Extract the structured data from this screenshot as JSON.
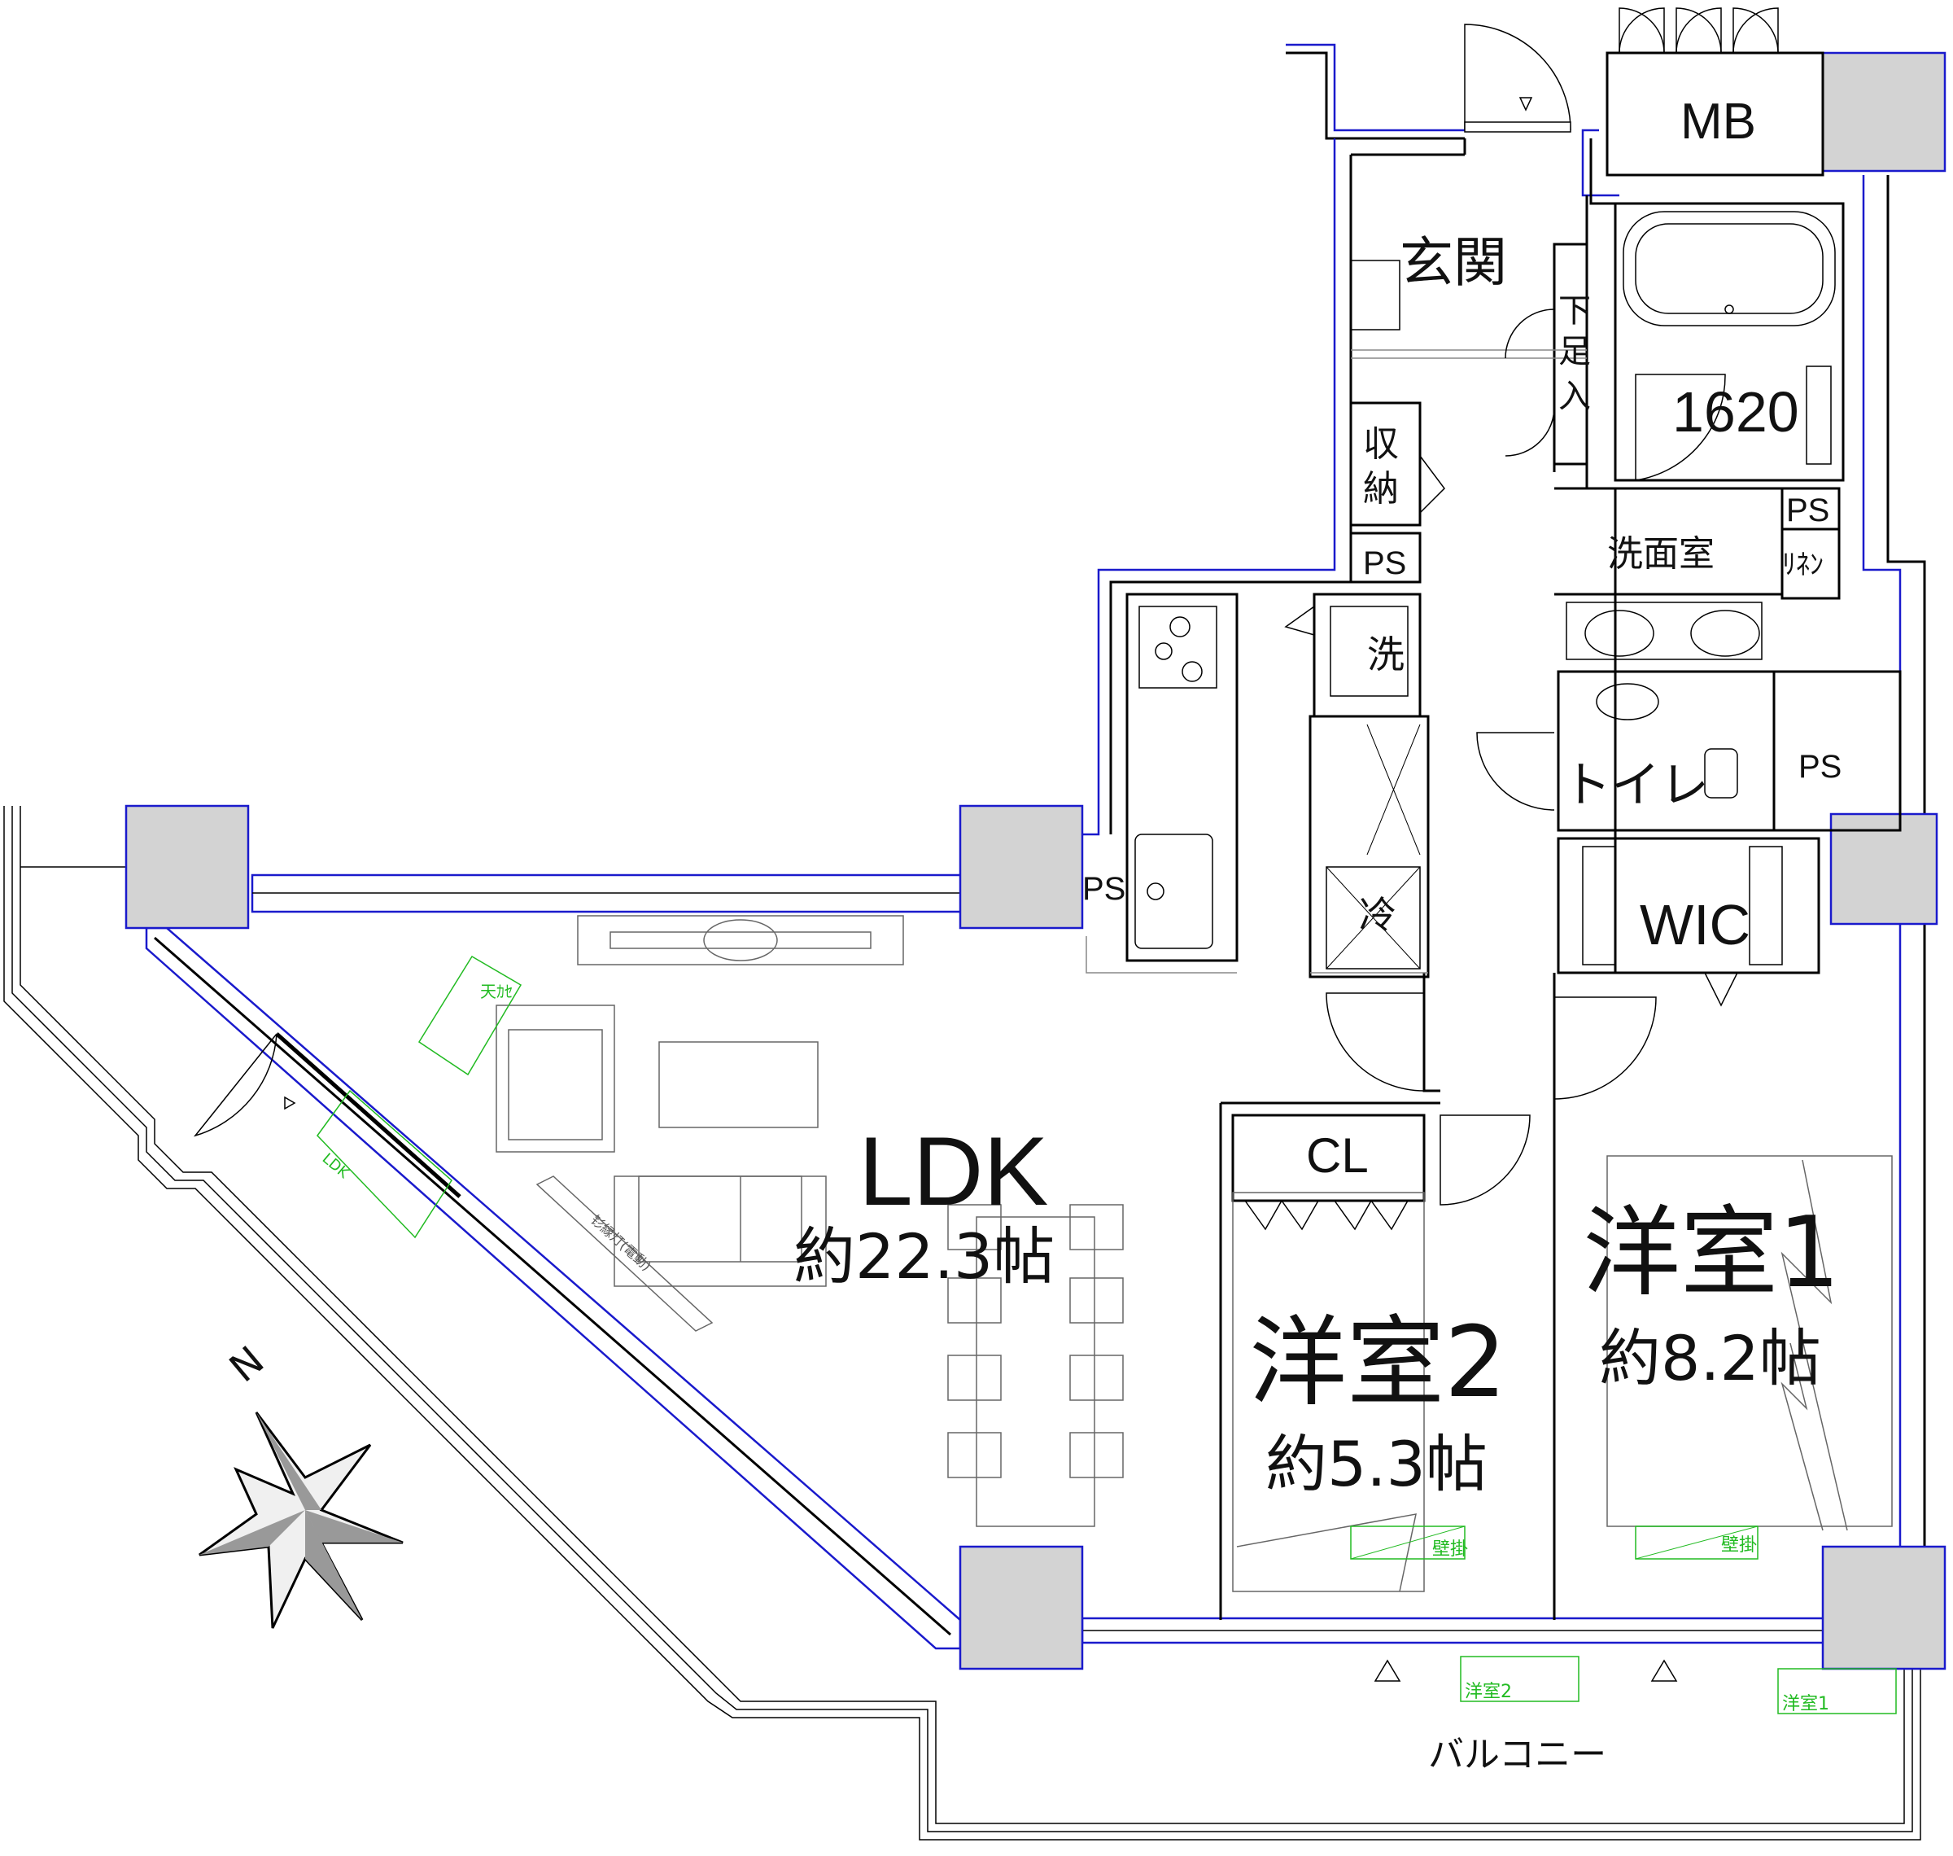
{
  "compass": {
    "label": "N"
  },
  "rooms": {
    "ldk": {
      "name": "LDK",
      "area": "約22.3帖"
    },
    "western1": {
      "name": "洋室1",
      "area": "約8.2帖"
    },
    "western2": {
      "name": "洋室2",
      "area": "約5.3帖"
    },
    "entrance": "玄関",
    "bath": "1620",
    "washroom": "洗面室",
    "toilet": "トイレ",
    "wic": "WIC",
    "cl": "CL",
    "mb": "MB",
    "balcony": "バルコニー",
    "storage_top": "収",
    "storage_bottom": "納",
    "shoe": [
      "下",
      "足",
      "入"
    ],
    "linen": "ﾘﾈﾝ",
    "washer": "洗",
    "fridge": "冷",
    "ps": "PS"
  },
  "green_labels": {
    "ceiling_ac": "天ｶｾ",
    "ldk_tag": "LDK",
    "wall_ac": "壁掛",
    "balcony_w2": "洋室2",
    "balcony_w1": "洋室1"
  },
  "furniture": {
    "curtain": "钐縁灯(電動)"
  },
  "colors": {
    "wall": "#000000",
    "sash_line": "#1a1acc",
    "column": "#d3d3d3",
    "annotation": "#22bb22"
  }
}
